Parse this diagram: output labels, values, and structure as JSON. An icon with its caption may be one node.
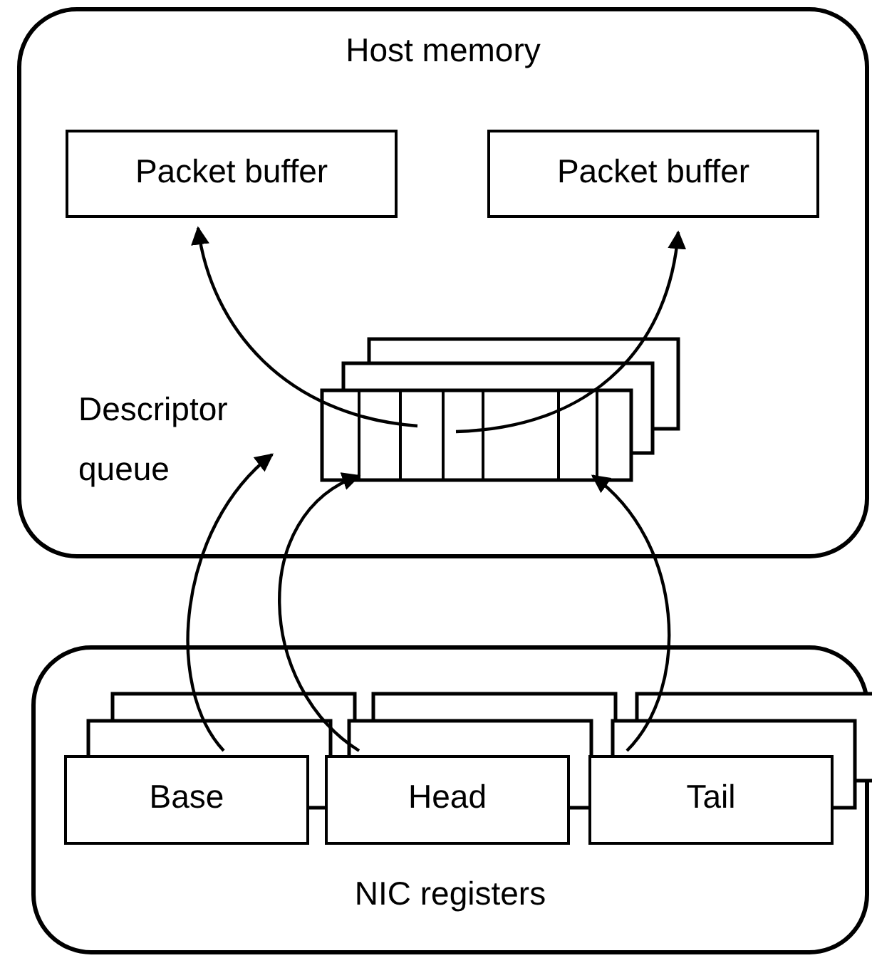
{
  "diagram": {
    "nodes": [
      {
        "text": [
          "Host memory"
        ]
      },
      {
        "text": [
          "Packet buffer"
        ],
        "in": 0
      },
      {
        "text": [
          "Packet buffer"
        ],
        "in": 0
      },
      {
        "text": [],
        "shape": "box",
        "beside": [
          "Descriptor queue"
        ],
        "in": 0
      },
      {
        "text": [
          "NIC registers"
        ]
      },
      {
        "text": [
          "Base"
        ],
        "in": 4
      },
      {
        "text": [
          "Head"
        ],
        "in": 4
      },
      {
        "text": [
          "Tail"
        ],
        "in": 4
      }
    ],
    "edges": [
      {
        "from": 3,
        "to": 1,
        "arrow": "to"
      },
      {
        "from": 3,
        "to": 2,
        "arrow": "to"
      },
      {
        "from": 5,
        "to": 3,
        "arrow": "to"
      },
      {
        "from": 6,
        "to": 3,
        "arrow": "to"
      },
      {
        "from": 7,
        "to": 3,
        "arrow": "to"
      }
    ]
  }
}
